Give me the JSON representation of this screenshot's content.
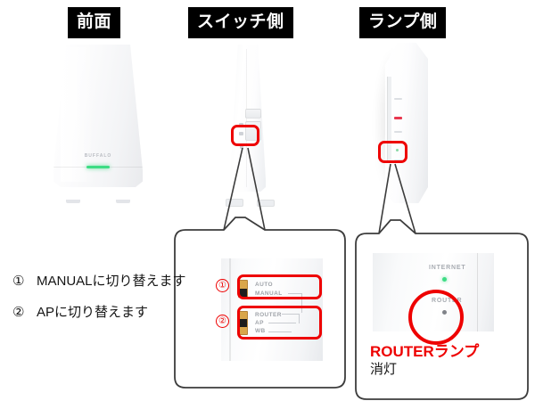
{
  "captions": {
    "front": "前面",
    "switch_side": "スイッチ側",
    "lamp_side": "ランプ側"
  },
  "devices": {
    "front": {
      "brand": "BUFFALO"
    },
    "switch_side": {},
    "lamp_side": {}
  },
  "instructions": [
    {
      "number": "①",
      "text": "MANUALに切り替えます"
    },
    {
      "number": "②",
      "text": "APに切り替えます"
    }
  ],
  "switch_callout": {
    "groups": [
      {
        "number": "①",
        "labels": [
          "AUTO",
          "MANUAL"
        ],
        "selected": "MANUAL"
      },
      {
        "number": "②",
        "labels": [
          "ROUTER",
          "AP",
          "WB"
        ],
        "selected": "AP"
      }
    ]
  },
  "lamp_callout": {
    "leds": [
      {
        "label": "INTERNET",
        "state": "on",
        "color": "#3ddc84"
      },
      {
        "label": "ROUTER",
        "state": "off",
        "color": "#808389"
      }
    ],
    "highlighted": "ROUTER"
  },
  "result_caption": {
    "line1": "ROUTERランプ",
    "line2": "消灯"
  },
  "colors": {
    "highlight_red": "#ee0000",
    "chip_bg": "#000000",
    "chip_text": "#ffffff",
    "callout_border": "#3c3c3c",
    "led_on_green": "#3ddc84",
    "led_off_gray": "#808389"
  }
}
